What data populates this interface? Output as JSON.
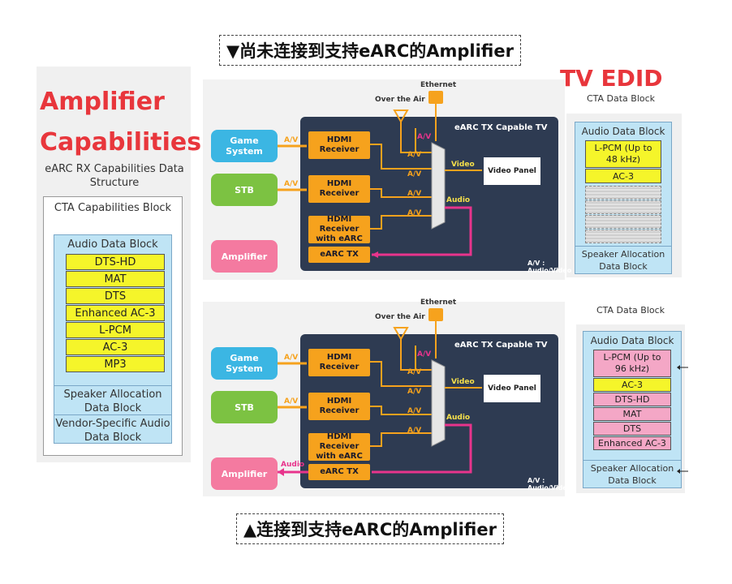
{
  "captions": {
    "top": "▼尚未连接到支持eARC的Amplifier",
    "bottom": "▲连接到支持eARC的Amplifier"
  },
  "amp": {
    "title_line1": "Amplifier",
    "title_line2": "Capabilities",
    "subtitle": "eARC RX Capabilities Data Structure",
    "cta_title": "CTA Capabilities Block",
    "adb_title": "Audio Data Block",
    "formats": [
      "DTS-HD",
      "MAT",
      "DTS",
      "Enhanced AC-3",
      "L-PCM",
      "AC-3",
      "MP3"
    ],
    "speaker": "Speaker Allocation Data Block",
    "vendor": "Vendor-Specific Audio Data Block"
  },
  "tv_edid": {
    "title": "TV EDID",
    "top": {
      "cta_label": "CTA Data Block",
      "adb_title": "Audio Data Block",
      "formats": [
        "L-PCM (Up to 48 kHz)",
        "AC-3"
      ],
      "speaker": "Speaker Allocation Data Block"
    },
    "bottom": {
      "cta_label": "CTA Data Block",
      "adb_title": "Audio Data Block",
      "formats": [
        "L-PCM (Up to 96 kHz)",
        "AC-3",
        "DTS-HD",
        "MAT",
        "DTS",
        "Enhanced AC-3"
      ],
      "speaker": "Speaker Allocation Data Block"
    }
  },
  "diagram": {
    "tv_label": "eARC TX Capable TV",
    "ethernet": "Ethernet",
    "over_air": "Over the Air",
    "game_system": "Game System",
    "stb": "STB",
    "amplifier": "Amplifier",
    "hdmi_receiver": "HDMI Receiver",
    "hdmi_earc": "HDMI Receiver with eARC",
    "earc_tx": "eARC TX",
    "video_panel": "Video Panel",
    "av": "A/V",
    "video": "Video",
    "audio": "Audio",
    "legend": "A/V : Audio/Video"
  },
  "colors": {
    "red_title": "#e8363c",
    "panel": "#2e3b52",
    "orange": "#f6a21d",
    "pink_line": "#e8348c",
    "game_system": "#3bb6e3",
    "stb": "#7cc242",
    "amplifier": "#f47aa0",
    "yellow": "#f5f52a",
    "pink_cell": "#f4a7c6"
  }
}
